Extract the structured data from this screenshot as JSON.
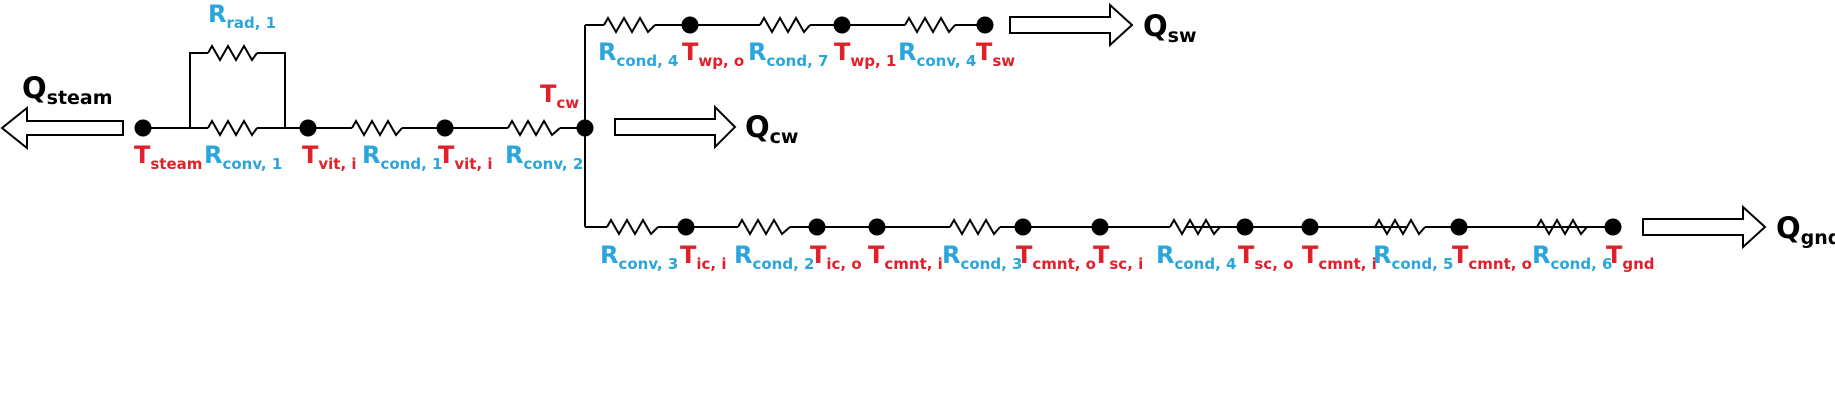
{
  "labels": {
    "q_steam": {
      "main": "Q",
      "sub": "steam"
    },
    "q_cw": {
      "main": "Q",
      "sub": "cw"
    },
    "q_sw": {
      "main": "Q",
      "sub": "sw"
    },
    "q_gnd": {
      "main": "Q",
      "sub": "gnd"
    },
    "t_steam": {
      "main": "T",
      "sub": "steam"
    },
    "t_vit_i_a": {
      "main": "T",
      "sub": "vit, i"
    },
    "t_vit_i_b": {
      "main": "T",
      "sub": "vit, i"
    },
    "t_cw": {
      "main": "T",
      "sub": "cw"
    },
    "t_wp_o": {
      "main": "T",
      "sub": "wp, o"
    },
    "t_wp_1": {
      "main": "T",
      "sub": "wp, 1"
    },
    "t_sw": {
      "main": "T",
      "sub": "sw"
    },
    "t_ic_i": {
      "main": "T",
      "sub": "ic, i"
    },
    "t_ic_o": {
      "main": "T",
      "sub": "ic, o"
    },
    "t_cmnt_i_a": {
      "main": "T",
      "sub": "cmnt, i"
    },
    "t_cmnt_o_a": {
      "main": "T",
      "sub": "cmnt, o"
    },
    "t_sc_i": {
      "main": "T",
      "sub": "sc, i"
    },
    "t_sc_o": {
      "main": "T",
      "sub": "sc, o"
    },
    "t_cmnt_i_b": {
      "main": "T",
      "sub": "cmnt, i"
    },
    "t_cmnt_o_b": {
      "main": "T",
      "sub": "cmnt, o"
    },
    "t_gnd": {
      "main": "T",
      "sub": "gnd"
    },
    "r_rad_1": {
      "main": "R",
      "sub": "rad, 1"
    },
    "r_conv_1": {
      "main": "R",
      "sub": "conv, 1"
    },
    "r_cond_1": {
      "main": "R",
      "sub": "cond, 1"
    },
    "r_conv_2": {
      "main": "R",
      "sub": "conv, 2"
    },
    "r_cond_4_top": {
      "main": "R",
      "sub": "cond, 4"
    },
    "r_cond_7": {
      "main": "R",
      "sub": "cond, 7"
    },
    "r_conv_4": {
      "main": "R",
      "sub": "conv, 4"
    },
    "r_conv_3": {
      "main": "R",
      "sub": "conv, 3"
    },
    "r_cond_2": {
      "main": "R",
      "sub": "cond, 2"
    },
    "r_cond_3": {
      "main": "R",
      "sub": "cond, 3"
    },
    "r_cond_4_bot": {
      "main": "R",
      "sub": "cond, 4"
    },
    "r_cond_5": {
      "main": "R",
      "sub": "cond, 5"
    },
    "r_cond_6": {
      "main": "R",
      "sub": "cond, 6"
    }
  },
  "colors": {
    "temperature": "#e0202a",
    "resistance": "#2aa6dc",
    "heat_flow": "#000000"
  }
}
